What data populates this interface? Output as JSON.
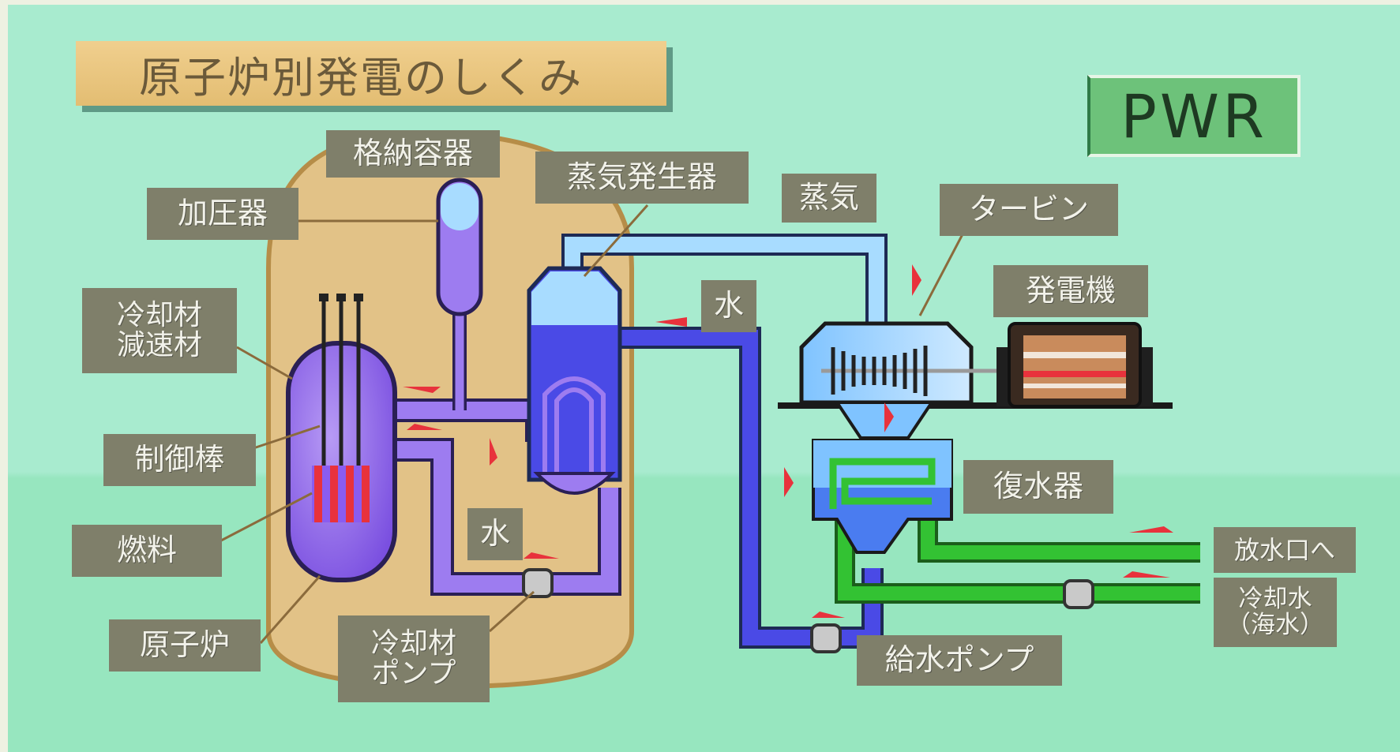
{
  "title": "原子炉別発電のしくみ",
  "reactor_type": "PWR",
  "labels": {
    "containment": "格納容器",
    "pressurizer": "加圧器",
    "steam_generator": "蒸気発生器",
    "steam": "蒸気",
    "turbine": "タービン",
    "generator": "発電機",
    "water_upper": "水",
    "coolant_moderator_line1": "冷却材",
    "coolant_moderator_line2": "減速材",
    "control_rod": "制御棒",
    "condenser": "復水器",
    "fuel": "燃料",
    "water_lower": "水",
    "discharge": "放水口へ",
    "cooling_water_line1": "冷却水",
    "cooling_water_line2": "（海水）",
    "reactor": "原子炉",
    "coolant_pump_line1": "冷却材",
    "coolant_pump_line2": "ポンプ",
    "feedwater_pump": "給水ポンプ"
  },
  "colors": {
    "background": "#a8ebcf",
    "containment": "#e2c287",
    "primary_loop": "#9d7cf0",
    "secondary_water": "#4a4ae6",
    "steam_line": "#a8dcff",
    "cooling_loop": "#33c233",
    "flow_arrow": "#e8323c",
    "label_bg": "#7f7f6a"
  }
}
